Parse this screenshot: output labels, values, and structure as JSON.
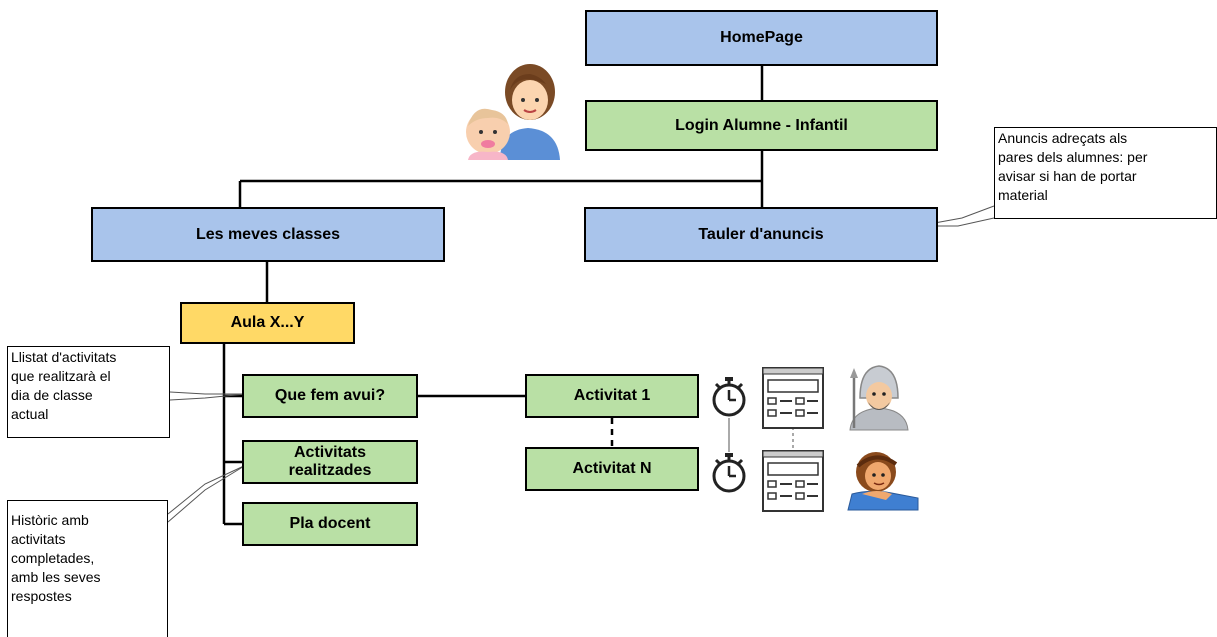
{
  "nodes": {
    "homepage": "HomePage",
    "login": "Login Alumne - Infantil",
    "meves_classes": "Les meves classes",
    "tauler": "Tauler d'anuncis",
    "aula": "Aula X...Y",
    "que_fem": "Que fem avui?",
    "activitats_realitzades": "Activitats realitzades",
    "pla_docent": "Pla docent",
    "activitat_1": "Activitat 1",
    "activitat_n": "Activitat N"
  },
  "notes": {
    "anuncis": [
      "Anuncis adreçats als",
      "pares dels alumnes: per",
      "avisar si han de portar",
      "material"
    ],
    "llistat": [
      "Llistat d'activitats",
      "que realitzarà el",
      "dia de classe",
      "actual"
    ],
    "historic": [
      "Històric amb",
      "activitats",
      "completades,",
      "amb les seves",
      "respostes"
    ]
  },
  "colors": {
    "blue": "#a9c4eb",
    "green": "#b9e0a5",
    "yellow": "#ffd966"
  },
  "icons": [
    "parent-with-baby-icon",
    "stopwatch-icon",
    "form-template-icon",
    "knight-avatar-icon",
    "reclining-character-icon"
  ]
}
